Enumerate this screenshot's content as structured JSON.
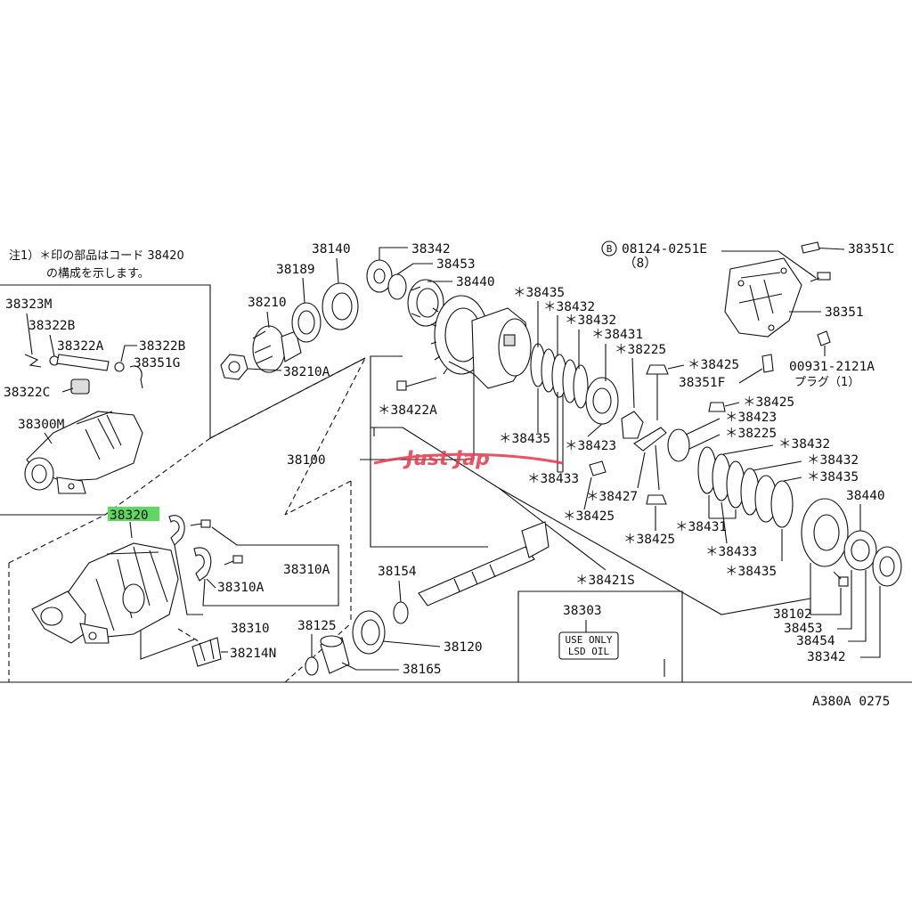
{
  "notes": {
    "line1": "注1）＊印の部品はコード 38420",
    "line2": "の構成を示します。"
  },
  "diagram_code": "A380A 0275",
  "watermark": "Just Jap",
  "labels": {
    "p38323M": "38323M",
    "p38322B_1": "38322B",
    "p38322A": "38322A",
    "p38322B_2": "38322B",
    "p38351G": "38351G",
    "p38322C": "38322C",
    "p38300M": "38300M",
    "p38320": "38320",
    "p38210": "38210",
    "p38189": "38189",
    "p38140": "38140",
    "p38342_top": "38342",
    "p38453_top": "38453",
    "p38440_top": "38440",
    "p38210A": "38210A",
    "p38435_a": "＊38435",
    "p38432_a": "＊38432",
    "p38432_b": "＊38432",
    "p38431_a": "＊38431",
    "p38225_a": "＊38225",
    "p38425_a": "＊38425",
    "p38422A": "＊38422A",
    "p38435_b": "＊38435",
    "p38423_a": "＊38423",
    "p38433_a": "＊38433",
    "p38100": "38100",
    "p38427": "＊38427",
    "p38425_b": "＊38425",
    "p38425_c": "＊38425",
    "p38425_d": "＊38425",
    "p38423_b": "＊38423",
    "p38225_b": "＊38225",
    "p38432_c": "＊38432",
    "p38432_d": "＊38432",
    "p38435_c": "＊38435",
    "p38440_r": "38440",
    "p38431_b": "＊38431",
    "p38433_b": "＊38433",
    "p38435_d": "＊38435",
    "p38421S": "＊38421S",
    "p38310A_1": "38310A",
    "p38310A_2": "38310A",
    "p38310": "38310",
    "p38214N": "38214N",
    "p38154": "38154",
    "p38125": "38125",
    "p38120": "38120",
    "p38165": "38165",
    "p38303": "38303",
    "p38102": "38102",
    "p38453_r": "38453",
    "p38454": "38454",
    "p38342_r": "38342",
    "p08124": "08124-0251E",
    "p08124_qty": "（8）",
    "p38351C": "38351C",
    "p38351": "38351",
    "p38351F": "38351F",
    "p00931": "00931-2121A",
    "p00931_sub": "プラグ（1）",
    "bolt_marker": "B"
  },
  "lsd_label": {
    "line1": "USE ONLY",
    "line2": "LSD OIL"
  },
  "highlight_color": "#5fd85f",
  "watermark_color": "#e8364a"
}
